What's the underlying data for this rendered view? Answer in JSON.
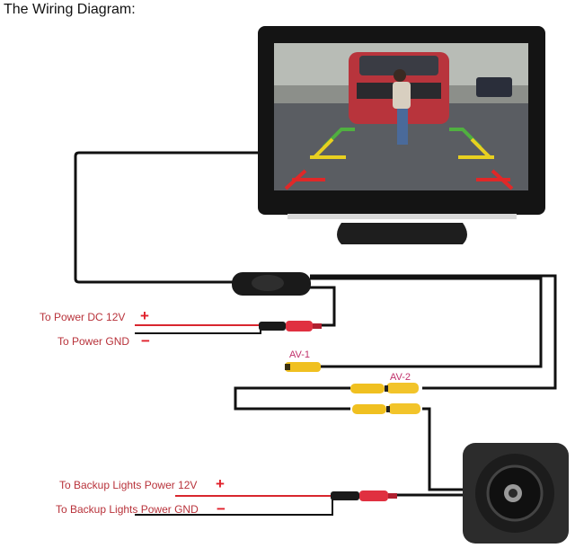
{
  "title": "The Wiring Diagram:",
  "labels": {
    "power_dc": "To Power DC 12V",
    "power_gnd": "To Power GND",
    "backup_12v": "To Backup Lights Power 12V",
    "backup_gnd": "To Backup Lights Power GND",
    "plus": "+",
    "minus": "−",
    "av1": "AV-1",
    "av2": "AV-2"
  },
  "colors": {
    "wire": "#111111",
    "red_wire": "#d8262e",
    "rca_yellow": "#f0c020",
    "label_red": "#b8323a",
    "av_label": "#c0306a"
  },
  "components": {
    "monitor": "rear-view monitor showing parking guide lines",
    "camera": "backup camera",
    "splitter": "power/video junction box"
  }
}
